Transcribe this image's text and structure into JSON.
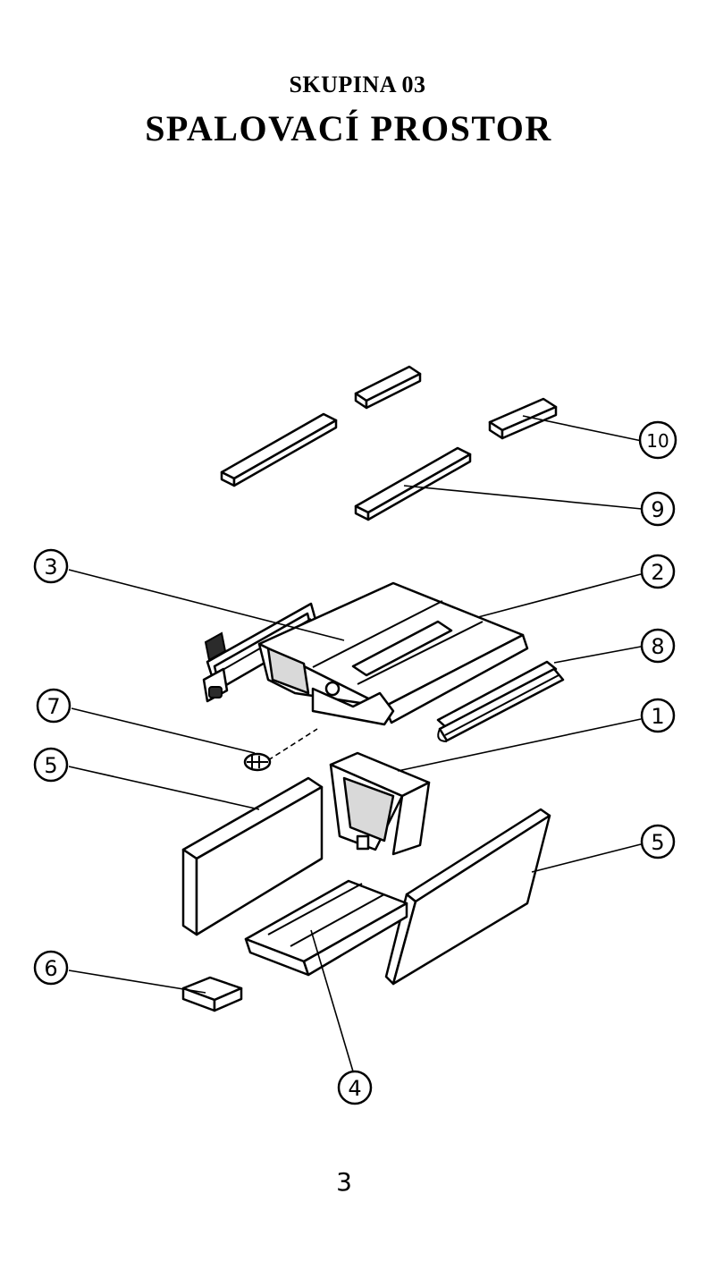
{
  "header": {
    "group": "SKUPINA 03",
    "title": "SPALOVACÍ PROSTOR"
  },
  "callouts": [
    "1",
    "2",
    "3",
    "4",
    "5",
    "5",
    "6",
    "7",
    "8",
    "9",
    "10"
  ],
  "footer": {
    "page_number": "3"
  }
}
